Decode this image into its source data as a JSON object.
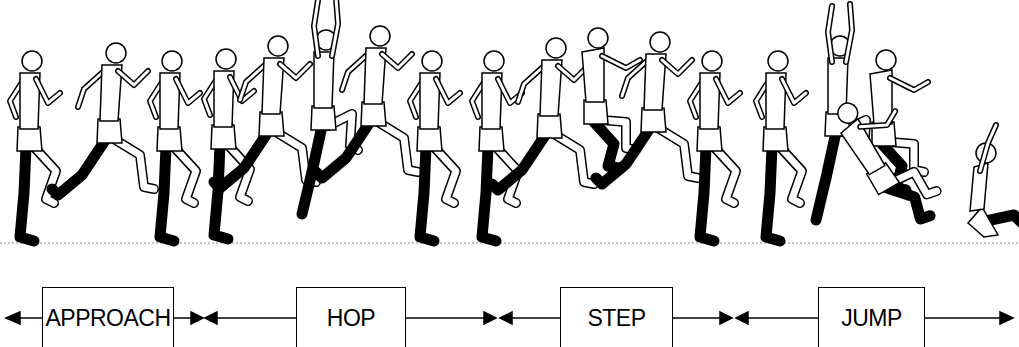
{
  "diagram": {
    "nodes": [
      {
        "text": [
          "APPROACH"
        ]
      },
      {
        "text": [
          "HOP"
        ]
      },
      {
        "text": [
          "STEP"
        ]
      },
      {
        "text": [
          "JUMP"
        ]
      }
    ]
  }
}
